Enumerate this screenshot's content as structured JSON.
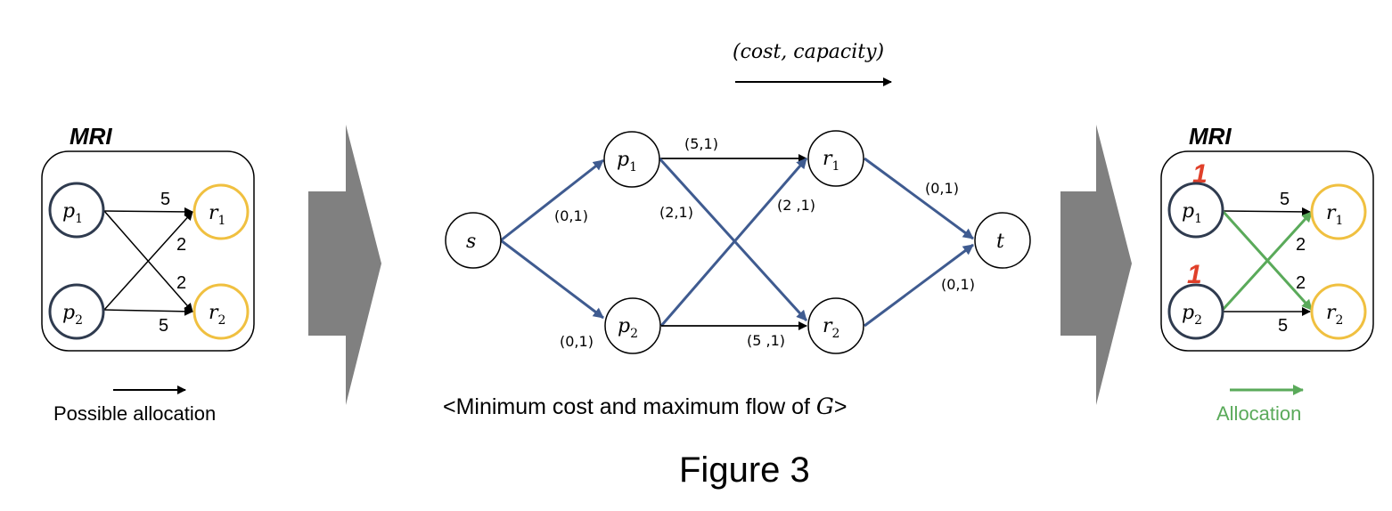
{
  "figure_caption": "Figure 3",
  "legend_cost_capacity": "(cost, capacity)",
  "left_panel": {
    "title": "MRI",
    "nodes": {
      "p1": "p",
      "p1_sub": "1",
      "p2": "p",
      "p2_sub": "2",
      "r1": "r",
      "r1_sub": "1",
      "r2": "r",
      "r2_sub": "2"
    },
    "weights": {
      "p1_r1": "5",
      "p2_r1": "2",
      "p1_r2": "2",
      "p2_r2": "5"
    },
    "legend": "Possible allocation"
  },
  "middle_panel": {
    "nodes": {
      "s": "s",
      "t": "t",
      "p1": "p",
      "p1_sub": "1",
      "p2": "p",
      "p2_sub": "2",
      "r1": "r",
      "r1_sub": "1",
      "r2": "r",
      "r2_sub": "2"
    },
    "edge_labels": {
      "s_p1": "(0,1)",
      "s_p2": "(0,1)",
      "p1_r1": "(5,1)",
      "p1_r2": "(2,1)",
      "p2_r1": "(2 ,1)",
      "p2_r2": "(5 ,1)",
      "r1_t": "(0,1)",
      "r2_t": "(0,1)"
    },
    "caption_prefix": "<Minimum cost and maximum flow of ",
    "caption_var": "G",
    "caption_suffix": ">"
  },
  "right_panel": {
    "title": "MRI",
    "nodes": {
      "p1": "p",
      "p1_sub": "1",
      "p2": "p",
      "p2_sub": "2",
      "r1": "r",
      "r1_sub": "1",
      "r2": "r",
      "r2_sub": "2"
    },
    "weights": {
      "p1_r1": "5",
      "p2_r1": "2",
      "p1_r2": "2",
      "p2_r2": "5"
    },
    "allocation_marks": {
      "p1": "1",
      "p2": "1"
    },
    "legend": "Allocation"
  },
  "colors": {
    "person_circle": "#2f3b4f",
    "resource_circle": "#f0c040",
    "flow_edge": "#3f5b90",
    "allocation_edge": "#5aaa5a",
    "allocation_mark": "#e0402a",
    "chevron": "#808080"
  }
}
